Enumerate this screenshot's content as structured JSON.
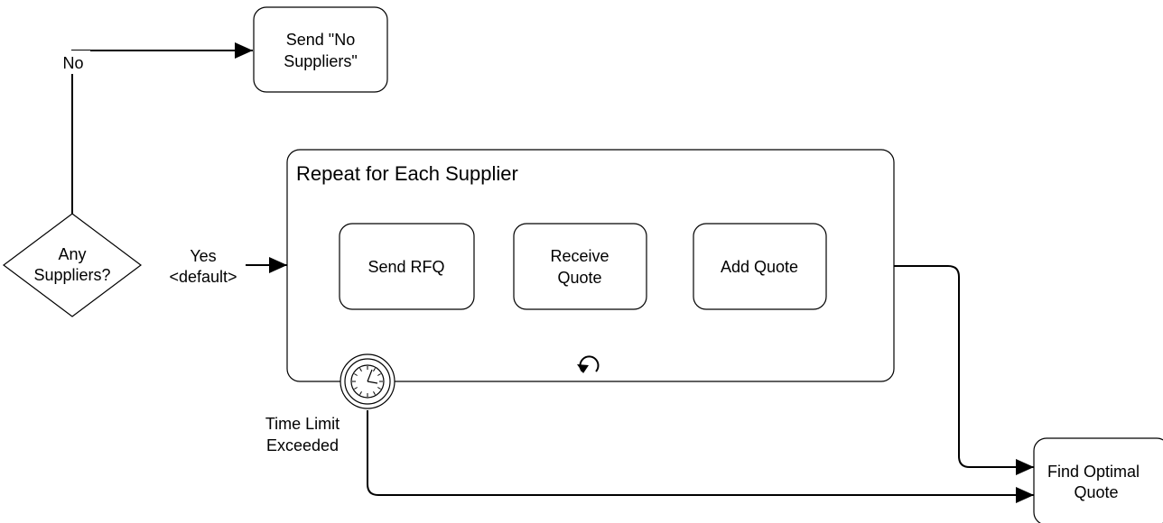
{
  "diagram": {
    "gateway": {
      "label_line1": "Any",
      "label_line2": "Suppliers?",
      "no_label": "No",
      "yes_label_line1": "Yes",
      "yes_label_line2": "<default>"
    },
    "task_no_suppliers": {
      "line1": "Send \"No",
      "line2": "Suppliers\""
    },
    "subprocess": {
      "title": "Repeat for Each Supplier",
      "tasks": {
        "send_rfq": "Send RFQ",
        "receive_quote_line1": "Receive",
        "receive_quote_line2": "Quote",
        "add_quote": "Add Quote"
      },
      "loop_marker_icon": "loop-icon"
    },
    "timer_event": {
      "icon": "clock-icon",
      "label_line1": "Time Limit",
      "label_line2": "Exceeded"
    },
    "task_find_optimal": {
      "line1": "Find Optimal",
      "line2": "Quote"
    },
    "colors": {
      "stroke": "#000000",
      "fill": "#ffffff"
    }
  }
}
